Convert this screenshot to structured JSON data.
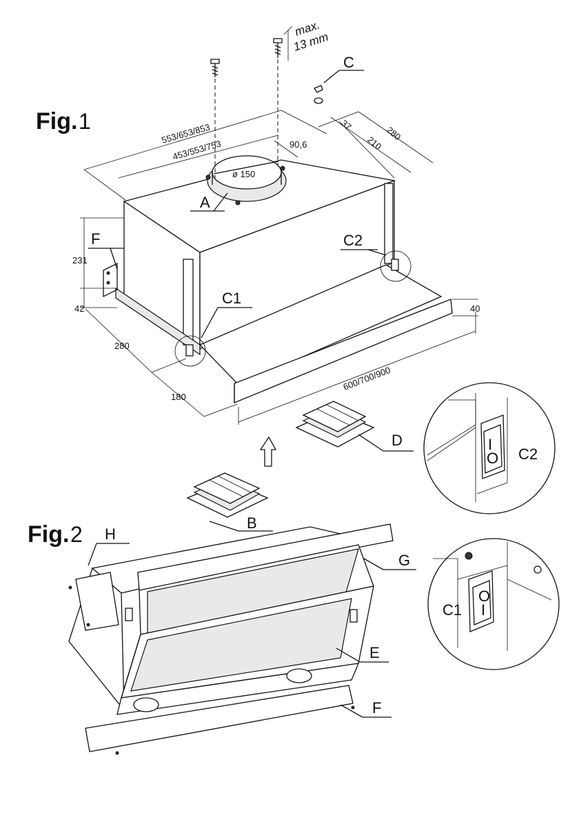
{
  "fig1": {
    "word": "Fig.",
    "num": "1"
  },
  "fig2": {
    "word": "Fig.",
    "num": "2"
  },
  "note": {
    "line1": "max.",
    "line2": "13 mm"
  },
  "labels": {
    "A": "A",
    "B": "B",
    "C": "C",
    "C1": "C1",
    "C2": "C2",
    "D": "D",
    "E": "E",
    "F": "F",
    "G": "G",
    "H": "H"
  },
  "dimensions": {
    "width_outer": "553/653/853",
    "width_inner": "453/553/753",
    "duct_diameter": "ø 150",
    "duct_offset": "90,6",
    "depth_37": "37",
    "depth_210": "210",
    "depth_280_top": "280",
    "height_231": "231",
    "height_42": "42",
    "depth_280_side": "280",
    "depth_180": "180",
    "front_width": "600/700/900",
    "front_height": "40"
  },
  "switch_marks": {
    "on": "I",
    "off": "O"
  }
}
